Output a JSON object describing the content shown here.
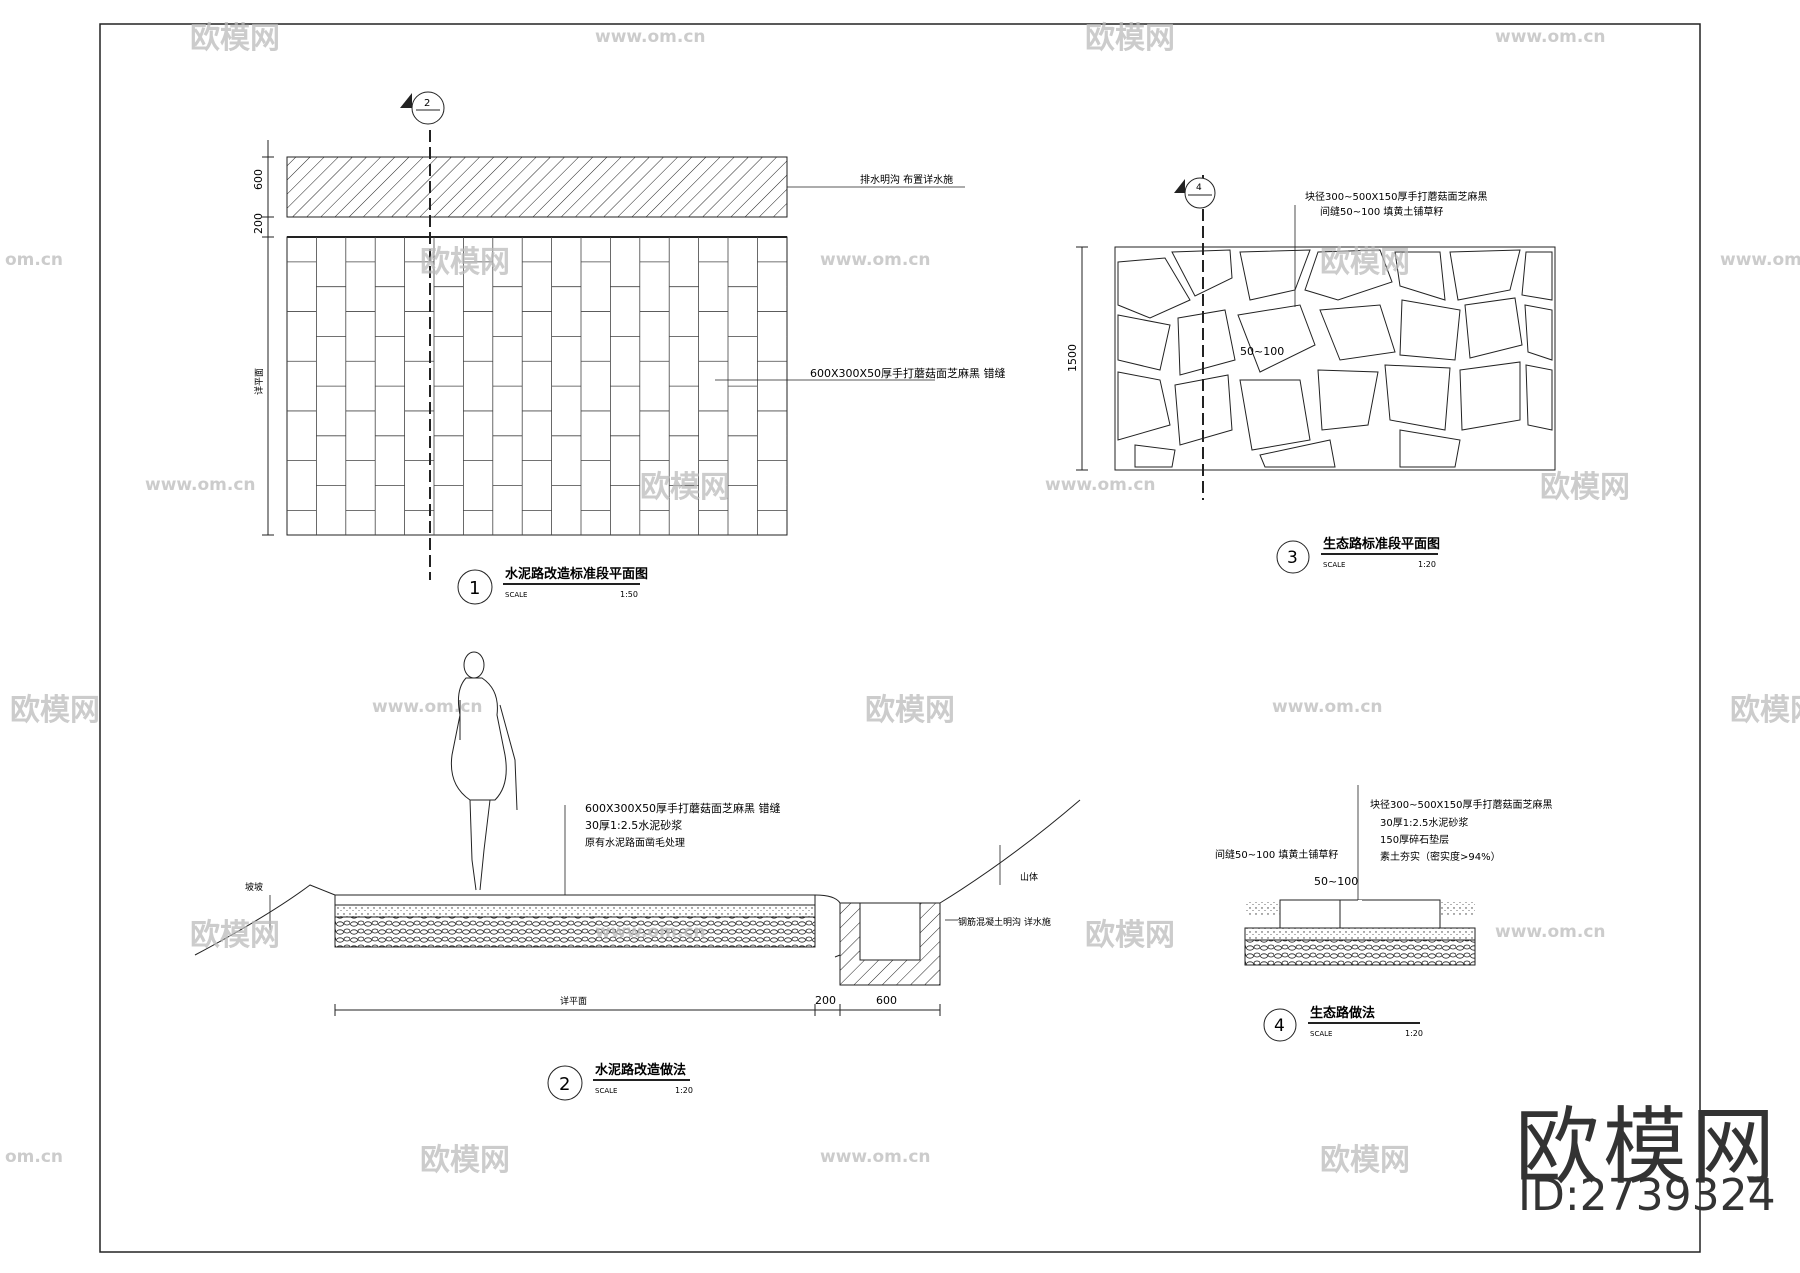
{
  "watermark": {
    "brand": "欧模网",
    "site": "www.om.cn",
    "site_partial": "om.cn",
    "id": "ID:2739324"
  },
  "drawing1": {
    "number": "1",
    "title": "水泥路改造标准段平面图",
    "scale_label": "SCALE",
    "scale": "1:50",
    "section_marker": "2",
    "dim_top": "600",
    "dim_mid": "200",
    "dim_side": "详平面",
    "note_drain": "排水明沟  布置详水施",
    "note_paving": "600X300X50厚手打蘑菇面芝麻黑  错缝"
  },
  "drawing2": {
    "number": "2",
    "title": "水泥路改造做法",
    "scale_label": "SCALE",
    "scale": "1:20",
    "layer1": "600X300X50厚手打蘑菇面芝麻黑  错缝",
    "layer2": "30厚1:2.5水泥砂浆",
    "layer3": "原有水泥路面凿毛处理",
    "slope": "坡坡",
    "mountain": "山体",
    "ditch": "钢筋混凝土明沟  详水施",
    "dim_main": "详平面",
    "dim_a": "200",
    "dim_b": "600"
  },
  "drawing3": {
    "number": "3",
    "title": "生态路标准段平面图",
    "scale_label": "SCALE",
    "scale": "1:20",
    "section_marker": "4",
    "note1": "块径300~500X150厚手打蘑菇面芝麻黑",
    "note2": "间缝50~100  填黄土铺草籽",
    "dim_gap": "50~100",
    "dim_width": "1500"
  },
  "drawing4": {
    "number": "4",
    "title": "生态路做法",
    "scale_label": "SCALE",
    "scale": "1:20",
    "layer1": "块径300~500X150厚手打蘑菇面芝麻黑",
    "layer2": "30厚1:2.5水泥砂浆",
    "layer3": "150厚碎石垫层",
    "layer4": "素土夯实（密实度>94%）",
    "gap_note": "间缝50~100  填黄土铺草籽",
    "dim_gap": "50~100"
  }
}
